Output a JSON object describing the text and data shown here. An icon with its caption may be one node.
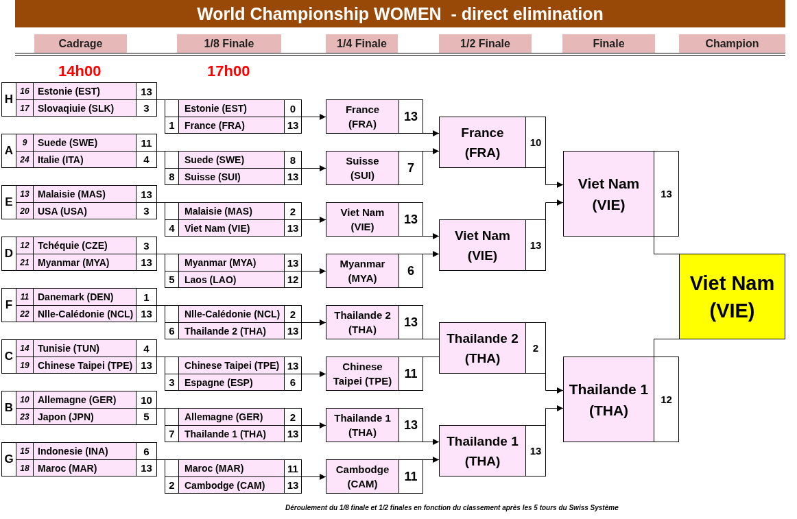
{
  "diagram": {
    "title": "World Championship WOMEN  - direct elimination",
    "nodes": [
      {
        "text": [
          "Cadrage"
        ]
      },
      {
        "text": [
          "1/8 Finale"
        ]
      },
      {
        "text": [
          "1/4 Finale"
        ]
      },
      {
        "text": [
          "1/2 Finale"
        ]
      },
      {
        "text": [
          "Finale"
        ]
      },
      {
        "text": [
          "Champion"
        ]
      },
      {
        "text": [
          "H"
        ]
      },
      {
        "text": [
          "16",
          "Estonie (EST)",
          "13"
        ],
        "in": 6
      },
      {
        "text": [
          "17",
          "Slovaqiuie (SLK)",
          "3"
        ],
        "in": 6
      },
      {
        "text": [
          "A"
        ]
      },
      {
        "text": [
          "9",
          "Suede (SWE)",
          "11"
        ],
        "in": 9
      },
      {
        "text": [
          "24",
          "Italie (ITA)",
          "4"
        ],
        "in": 9
      },
      {
        "text": [
          "E"
        ]
      },
      {
        "text": [
          "13",
          "Malaisie (MAS)",
          "13"
        ],
        "in": 12
      },
      {
        "text": [
          "20",
          "USA (USA)",
          "3"
        ],
        "in": 12
      },
      {
        "text": [
          "D"
        ]
      },
      {
        "text": [
          "12",
          "Tchéquie (CZE)",
          "3"
        ],
        "in": 15
      },
      {
        "text": [
          "21",
          "Myanmar (MYA)",
          "13"
        ],
        "in": 15
      },
      {
        "text": [
          "F"
        ]
      },
      {
        "text": [
          "11",
          "Danemark (DEN)",
          "1"
        ],
        "in": 18
      },
      {
        "text": [
          "22",
          "Nlle-Calédonie (NCL)",
          "13"
        ],
        "in": 18
      },
      {
        "text": [
          "C"
        ]
      },
      {
        "text": [
          "14",
          "Tunisie (TUN)",
          "4"
        ],
        "in": 21
      },
      {
        "text": [
          "19",
          "Chinese Taipei (TPE)",
          "13"
        ],
        "in": 21
      },
      {
        "text": [
          "B"
        ]
      },
      {
        "text": [
          "10",
          "Allemagne (GER)",
          "10"
        ],
        "in": 24
      },
      {
        "text": [
          "23",
          "Japon (JPN)",
          "5"
        ],
        "in": 24
      },
      {
        "text": [
          "G"
        ]
      },
      {
        "text": [
          "15",
          "Indonesie (INA)",
          "6"
        ],
        "in": 27
      },
      {
        "text": [
          "18",
          "Maroc (MAR)",
          "13"
        ],
        "in": 27
      },
      {
        "text": [],
        "shape": "box"
      },
      {
        "text": [
          "Estonie (EST)",
          "0"
        ],
        "in": 30
      },
      {
        "text": [
          "1",
          "France (FRA)",
          "13"
        ],
        "in": 30
      },
      {
        "text": [],
        "shape": "box"
      },
      {
        "text": [
          "Suede (SWE)",
          "8"
        ],
        "in": 33
      },
      {
        "text": [
          "8",
          "Suisse (SUI)",
          "13"
        ],
        "in": 33
      },
      {
        "text": [],
        "shape": "box"
      },
      {
        "text": [
          "Malaisie (MAS)",
          "2"
        ],
        "in": 36
      },
      {
        "text": [
          "4",
          "Viet Nam (VIE)",
          "13"
        ],
        "in": 36
      },
      {
        "text": [],
        "shape": "box"
      },
      {
        "text": [
          "Myanmar (MYA)",
          "13"
        ],
        "in": 39
      },
      {
        "text": [
          "5",
          "Laos (LAO)",
          "12"
        ],
        "in": 39
      },
      {
        "text": [],
        "shape": "box"
      },
      {
        "text": [
          "Nlle-Calédonie (NCL)",
          "2"
        ],
        "in": 42
      },
      {
        "text": [
          "6",
          "Thailande 2 (THA)",
          "13"
        ],
        "in": 42
      },
      {
        "text": [],
        "shape": "box"
      },
      {
        "text": [
          "Chinese Taipei (TPE)",
          "13"
        ],
        "in": 45
      },
      {
        "text": [
          "3",
          "Espagne (ESP)",
          "6"
        ],
        "in": 45
      },
      {
        "text": [],
        "shape": "box"
      },
      {
        "text": [
          "Allemagne (GER)",
          "2"
        ],
        "in": 48
      },
      {
        "text": [
          "7",
          "Thailande 1 (THA)",
          "13"
        ],
        "in": 48
      },
      {
        "text": [],
        "shape": "box"
      },
      {
        "text": [
          "Maroc (MAR)",
          "11"
        ],
        "in": 51
      },
      {
        "text": [
          "2",
          "Cambodge (CAM)",
          "13"
        ],
        "in": 51
      },
      {
        "text": [
          "France (FRA)",
          "13"
        ]
      },
      {
        "text": [
          "Suisse (SUI)",
          "7"
        ]
      },
      {
        "text": [
          "Viet Nam (VIE)",
          "13"
        ]
      },
      {
        "text": [
          "Myanmar (MYA)",
          "6"
        ]
      },
      {
        "text": [
          "Thailande 2 (THA)",
          "13"
        ]
      },
      {
        "text": [
          "Chinese Taipei (TPE)",
          "11"
        ]
      },
      {
        "text": [
          "Thailande 1 (THA)",
          "13"
        ]
      },
      {
        "text": [
          "Cambodge (CAM)",
          "11"
        ]
      },
      {
        "text": [
          "France (FRA)",
          "10"
        ]
      },
      {
        "text": [
          "Viet Nam (VIE)",
          "13"
        ]
      },
      {
        "text": [
          "Thailande 2 (THA)",
          "2"
        ]
      },
      {
        "text": [
          "Thailande 1 (THA)",
          "13"
        ]
      },
      {
        "text": [
          "Viet Nam (VIE)",
          "13"
        ]
      },
      {
        "text": [
          "Thailande 1 (THA)",
          "12"
        ]
      },
      {
        "text": [
          "Viet Nam (VIE)"
        ]
      }
    ],
    "edges": [
      {
        "from": 6,
        "to": 31,
        "arrow": "none"
      },
      {
        "from": 9,
        "to": 34,
        "arrow": "none"
      },
      {
        "from": 12,
        "to": 37,
        "arrow": "none"
      },
      {
        "from": 15,
        "to": 40,
        "arrow": "none"
      },
      {
        "from": 18,
        "to": 43,
        "arrow": "none"
      },
      {
        "from": 21,
        "to": 46,
        "arrow": "none"
      },
      {
        "from": 24,
        "to": 49,
        "arrow": "none"
      },
      {
        "from": 27,
        "to": 52,
        "arrow": "none"
      },
      {
        "from": 30,
        "to": 54,
        "arrow": "to"
      },
      {
        "from": 33,
        "to": 55,
        "arrow": "to"
      },
      {
        "from": 36,
        "to": 56,
        "arrow": "to"
      },
      {
        "from": 39,
        "to": 57,
        "arrow": "to"
      },
      {
        "from": 42,
        "to": 58,
        "arrow": "to"
      },
      {
        "from": 45,
        "to": 59,
        "arrow": "to"
      },
      {
        "from": 48,
        "to": 60,
        "arrow": "to"
      },
      {
        "from": 51,
        "to": 61,
        "arrow": "to"
      },
      {
        "from": 54,
        "to": 62,
        "arrow": "to"
      },
      {
        "from": 55,
        "to": 62,
        "arrow": "to"
      },
      {
        "from": 56,
        "to": 63,
        "arrow": "to"
      },
      {
        "from": 57,
        "to": 63,
        "arrow": "to"
      },
      {
        "from": 58,
        "to": 64,
        "arrow": "none"
      },
      {
        "from": 59,
        "to": 64,
        "arrow": "none"
      },
      {
        "from": 60,
        "to": 65,
        "arrow": "to"
      },
      {
        "from": 61,
        "to": 65,
        "arrow": "to"
      },
      {
        "from": 62,
        "to": 66,
        "arrow": "to"
      },
      {
        "from": 63,
        "to": 66,
        "arrow": "to"
      },
      {
        "from": 64,
        "to": 67,
        "arrow": "to"
      },
      {
        "from": 65,
        "to": 67,
        "arrow": "to"
      },
      {
        "from": 66,
        "to": 68,
        "arrow": "none"
      },
      {
        "from": 67,
        "to": 68,
        "arrow": "none"
      }
    ],
    "labels": [
      "14h00",
      "17h00",
      "Déroulement du 1/8 finale et 1/2 finales en fonction du classement après les 5 tours du Swiss Système"
    ]
  }
}
